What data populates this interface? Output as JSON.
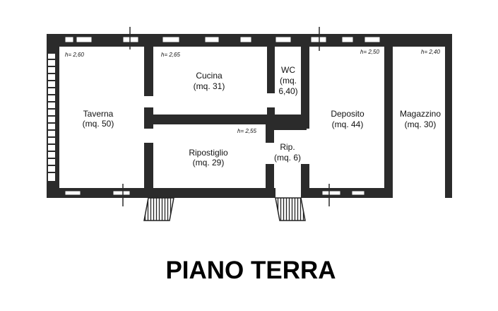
{
  "plan": {
    "title": "PIANO TERRA",
    "rooms": {
      "taverna": {
        "name": "Taverna",
        "area": "(mq. 50)"
      },
      "cucina": {
        "name": "Cucina",
        "area": "(mq. 31)"
      },
      "wc": {
        "name": "WC",
        "area_line1": "(mq.",
        "area_line2": "6,40)"
      },
      "ripostiglio": {
        "name": "Ripostiglio",
        "area": "(mq. 29)"
      },
      "rip": {
        "name": "Rip.",
        "area": "(mq. 6)"
      },
      "deposito": {
        "name": "Deposito",
        "area": "(mq. 44)"
      },
      "magazzino": {
        "name": "Magazzino",
        "area": "(mq. 30)"
      }
    },
    "heights": {
      "taverna": "h= 2,60",
      "cucina": "h= 2,65",
      "ripostiglio": "h= 2,55",
      "deposito": "h= 2,50",
      "magazzino": "h= 2,40"
    }
  }
}
